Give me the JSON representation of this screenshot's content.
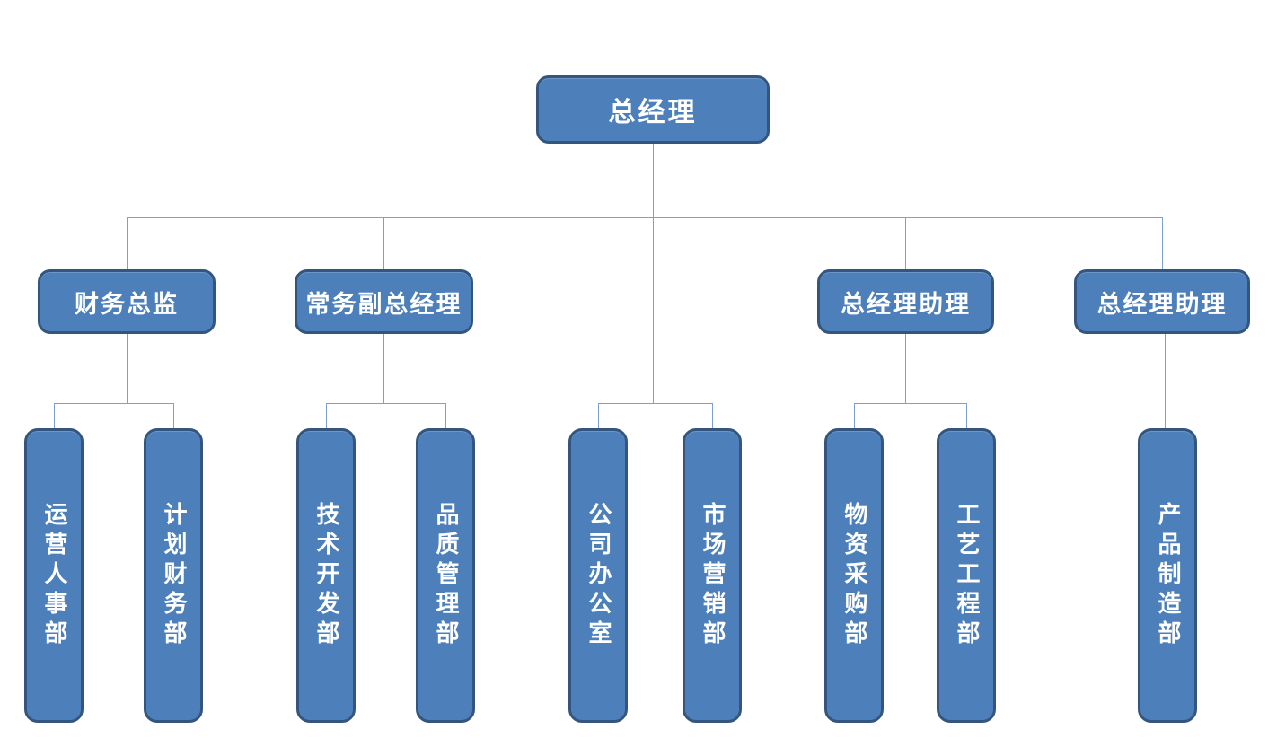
{
  "diagram": {
    "type": "org-chart",
    "colors": {
      "node_fill": "#4d80bb",
      "node_border": "#34567e",
      "node_text": "#ffffff",
      "connector": "#7aa1d0",
      "canvas_bg": "#ffffff"
    },
    "root": {
      "label": "总经理"
    },
    "managers": [
      {
        "label": "财务总监"
      },
      {
        "label": "常务副总经理"
      },
      {
        "label": "总经理助理"
      },
      {
        "label": "总经理助理"
      }
    ],
    "departments": [
      {
        "label": "运营人事部",
        "reports_to": "财务总监"
      },
      {
        "label": "计划财务部",
        "reports_to": "财务总监"
      },
      {
        "label": "技术开发部",
        "reports_to": "常务副总经理"
      },
      {
        "label": "品质管理部",
        "reports_to": "常务副总经理"
      },
      {
        "label": "公司办公室",
        "reports_to": "总经理"
      },
      {
        "label": "市场营销部",
        "reports_to": "总经理"
      },
      {
        "label": "物资采购部",
        "reports_to": "总经理助理"
      },
      {
        "label": "工艺工程部",
        "reports_to": "总经理助理"
      },
      {
        "label": "产品制造部",
        "reports_to": "总经理助理"
      }
    ]
  }
}
